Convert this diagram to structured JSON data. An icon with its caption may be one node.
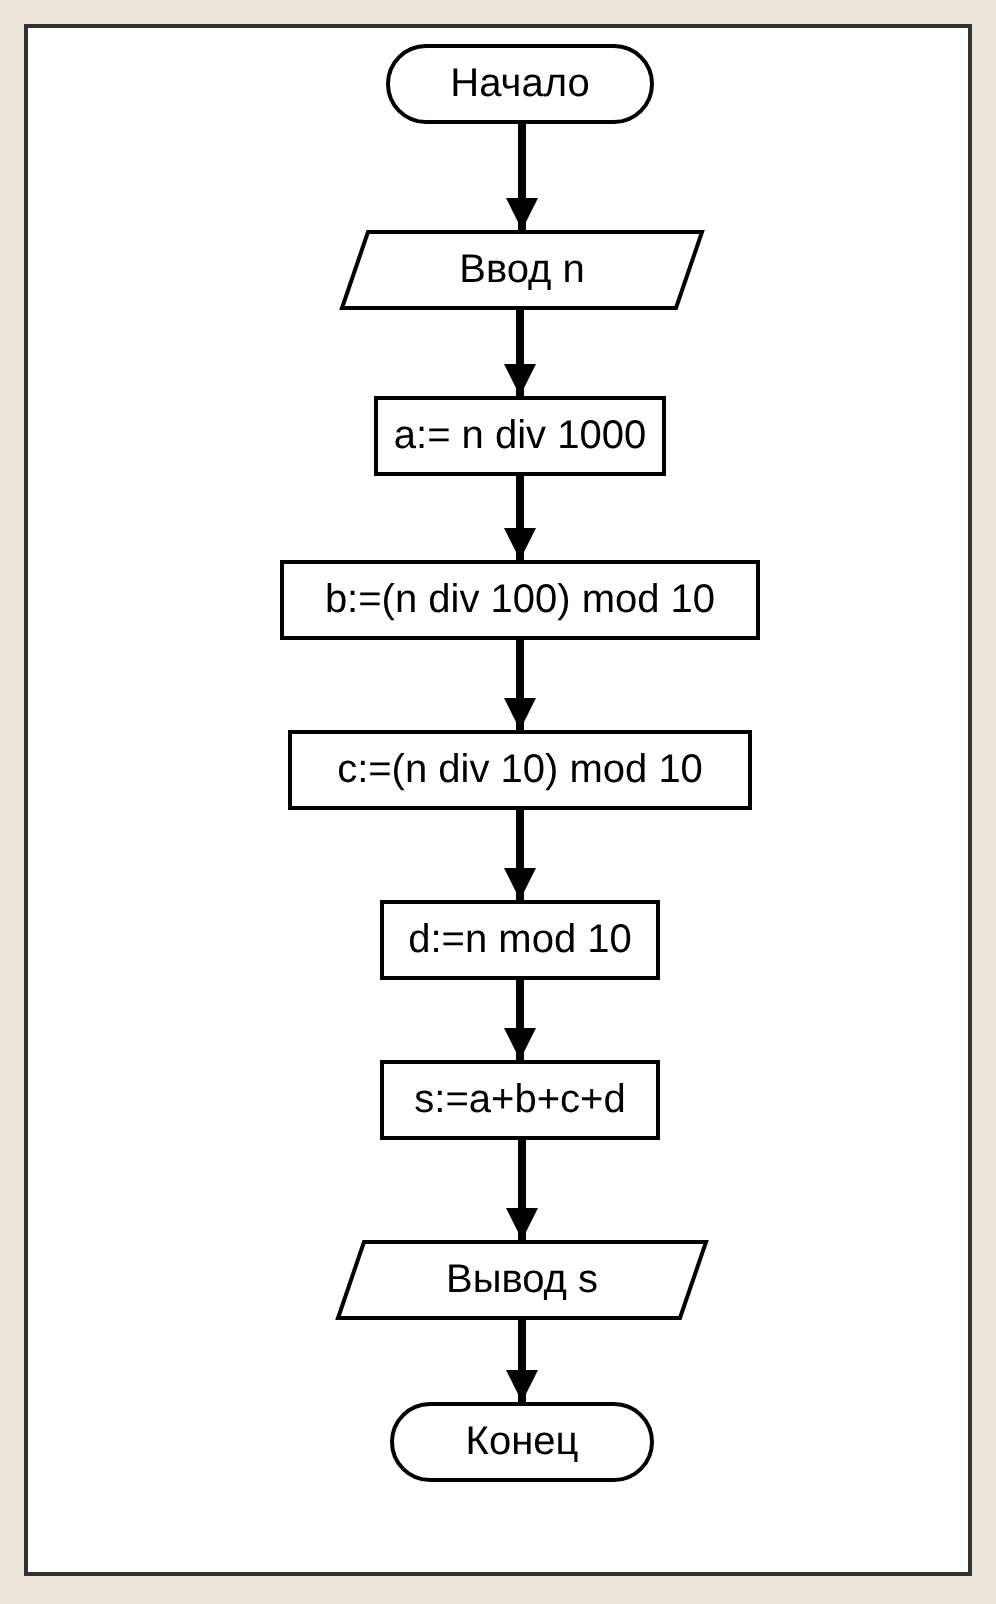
{
  "diagram": {
    "nodes": [
      {
        "text": [
          "Начало"
        ]
      },
      {
        "text": [
          "Ввод n"
        ]
      },
      {
        "text": [
          "a:= n div 1000"
        ]
      },
      {
        "text": [
          "b:=(n div 100) mod 10"
        ]
      },
      {
        "text": [
          "c:=(n div 10) mod 10"
        ]
      },
      {
        "text": [
          "d:=n mod 10"
        ]
      },
      {
        "text": [
          "s:=a+b+c+d"
        ]
      },
      {
        "text": [
          "Вывод s"
        ]
      },
      {
        "text": [
          "Конец"
        ]
      }
    ],
    "edges": [
      {
        "from": 0,
        "to": 1,
        "arrow": "to"
      },
      {
        "from": 1,
        "to": 2,
        "arrow": "to"
      },
      {
        "from": 2,
        "to": 3,
        "arrow": "to"
      },
      {
        "from": 3,
        "to": 4,
        "arrow": "to"
      },
      {
        "from": 4,
        "to": 5,
        "arrow": "to"
      },
      {
        "from": 5,
        "to": 6,
        "arrow": "to"
      },
      {
        "from": 6,
        "to": 7,
        "arrow": "to"
      },
      {
        "from": 7,
        "to": 8,
        "arrow": "to"
      }
    ]
  }
}
